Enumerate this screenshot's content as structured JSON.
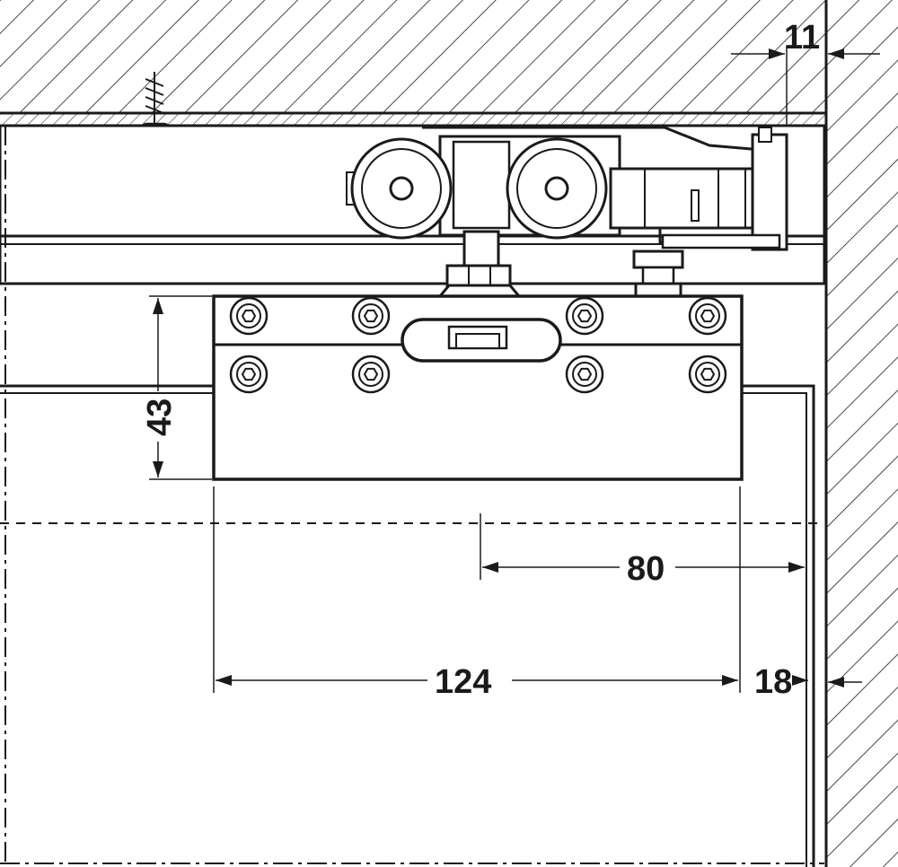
{
  "diagram": {
    "dimensions": {
      "gap_top": "11",
      "plate_height": "43",
      "hole_to_edge": "80",
      "plate_width": "124",
      "gap_side": "18"
    }
  }
}
